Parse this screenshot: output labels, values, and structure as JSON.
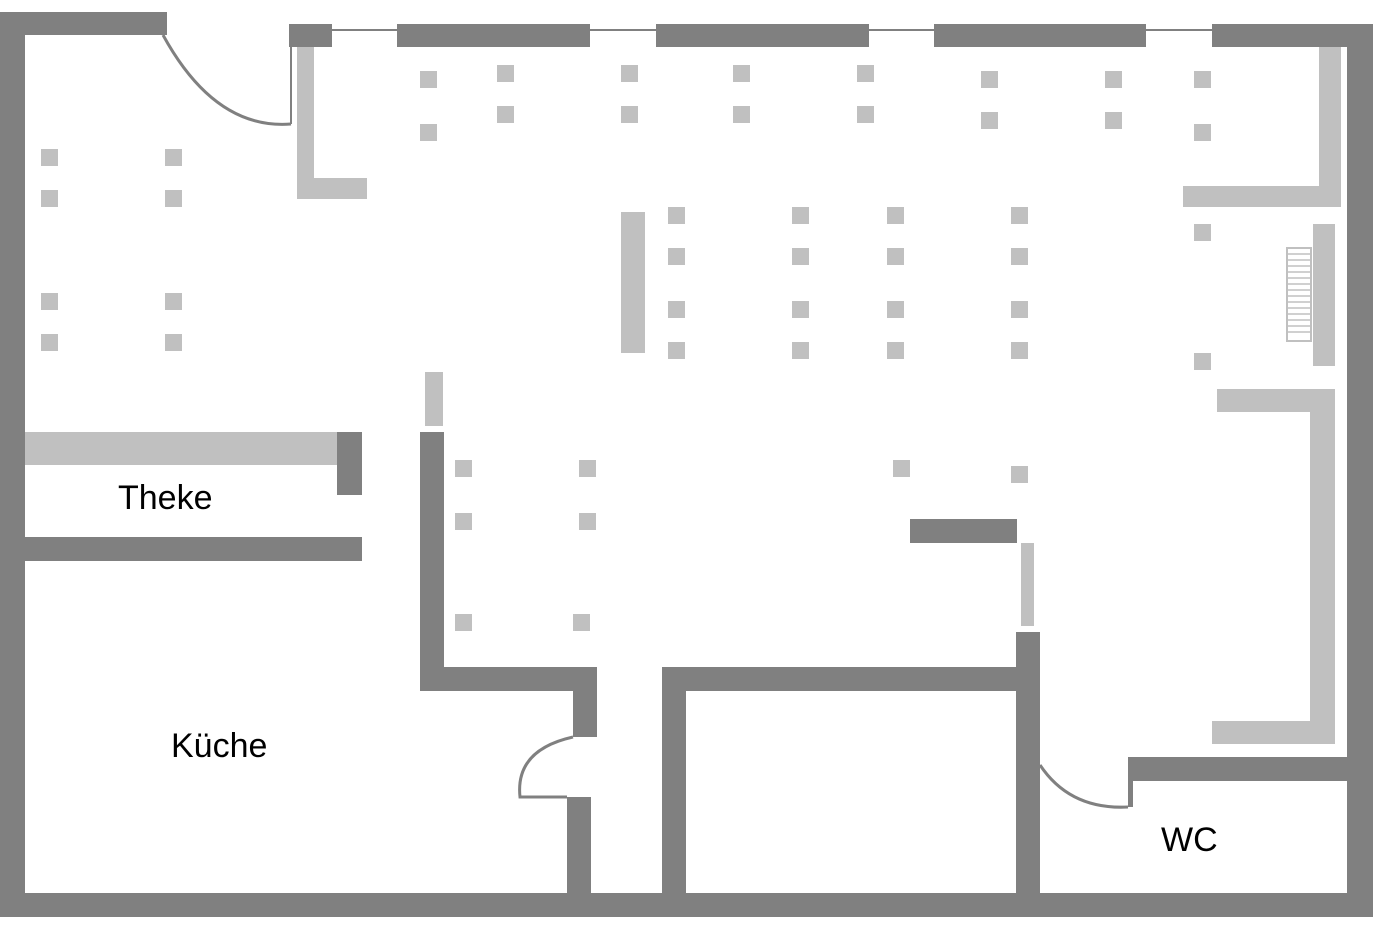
{
  "colors": {
    "wall": "#808080",
    "furniture": "#c0c0c0",
    "background": "#ffffff",
    "label": "#000000"
  },
  "rooms": {
    "theke": "Theke",
    "kueche": "Küche",
    "wc": "WC"
  }
}
